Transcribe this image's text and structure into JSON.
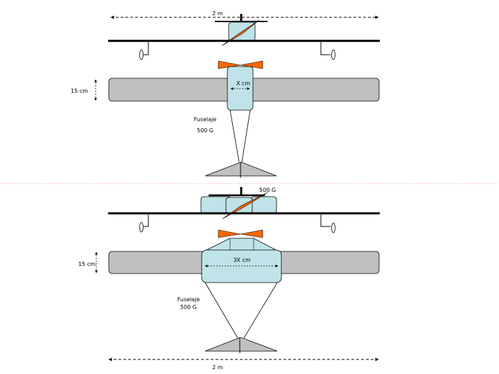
{
  "top_view": {
    "span_label": "2 m",
    "chord_label": "15 cm",
    "width_label": "X cm",
    "fuselage_label": "Fuselaje",
    "fuselage_mass": "500 G"
  },
  "bottom_view": {
    "engine_mass": "500 G",
    "chord_label": "15 cm",
    "width_label": "3X cm",
    "fuselage_label": "Fuselaje",
    "fuselage_mass": "500 G",
    "span_label": "2 m"
  },
  "colors": {
    "body_fill": "#bfe3e8",
    "wing_fill": "#c0c0c0",
    "propeller": "#ff6600",
    "divider": "#cc3355",
    "line": "#000000"
  }
}
